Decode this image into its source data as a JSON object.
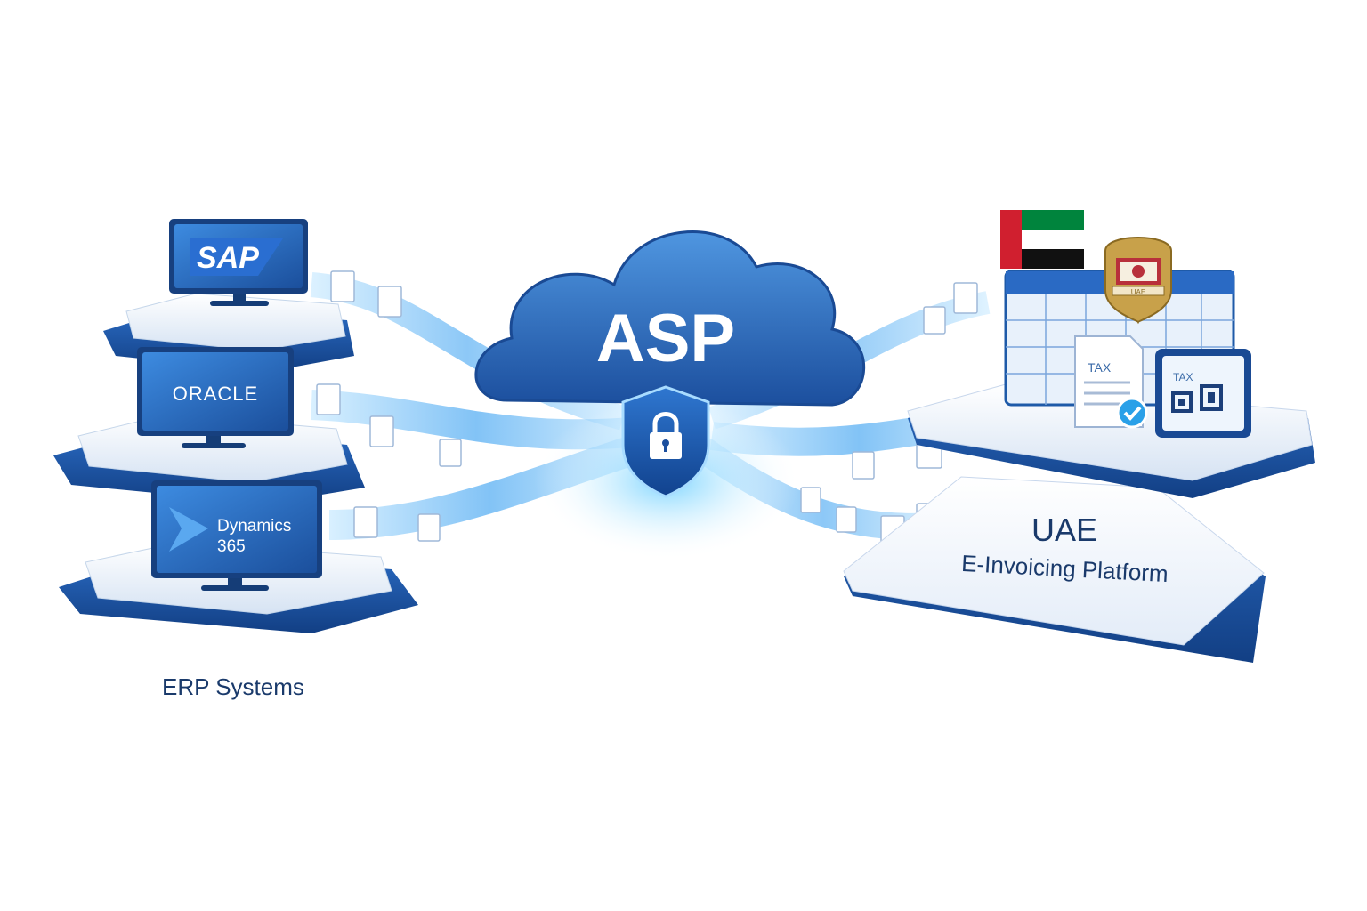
{
  "erp": {
    "caption": "ERP Systems",
    "sap_label": "SAP",
    "oracle_label": "ORACLE",
    "dynamics_line1": "Dynamics",
    "dynamics_line2": "365"
  },
  "hub": {
    "label": "ASP",
    "icon": "shield-lock-icon"
  },
  "platform": {
    "title": "UAE",
    "subtitle": "E-Invoicing Platform",
    "doc_tax_label": "TAX",
    "tablet_tax_label": "TAX",
    "emblem_text": "UAE"
  },
  "colors": {
    "brand_blue": "#1f5aa6",
    "dark_blue": "#0f3f86",
    "cyan_flow": "#3fb8ff",
    "check_green": "#2aa0e8"
  }
}
